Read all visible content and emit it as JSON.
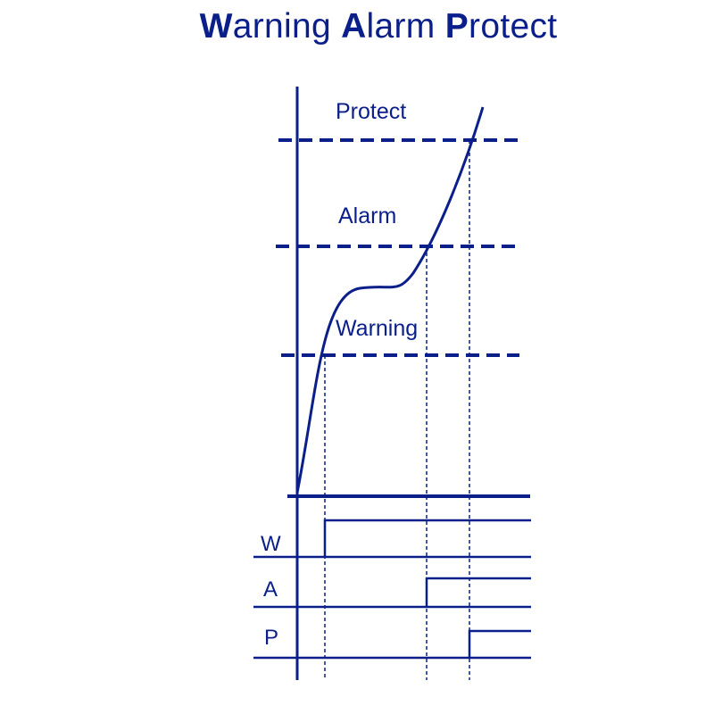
{
  "title": {
    "word1_initial": "W",
    "word1_rest": "arning ",
    "word2_initial": "A",
    "word2_rest": "larm ",
    "word3_initial": "P",
    "word3_rest": "rotect"
  },
  "thresholds": {
    "protect": "Protect",
    "alarm": "Alarm",
    "warning": "Warning"
  },
  "signals": {
    "w": "W",
    "a": "A",
    "p": "P"
  },
  "colors": {
    "primary": "#0B1F8A"
  }
}
